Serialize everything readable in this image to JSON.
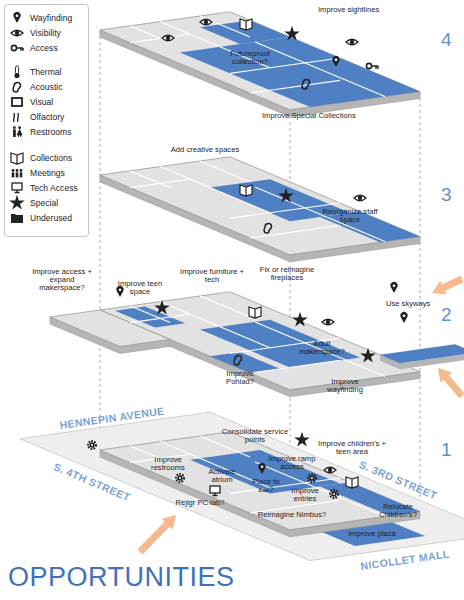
{
  "diagram": {
    "title": "OPPORTUNITIES",
    "labels": [
      "Improve sightlines",
      "Futureproof collection?",
      "Improve Special Collections",
      "4",
      "Add creative spaces",
      "Reorganize staff space",
      "3",
      "Improve access + expand makerspace?",
      "Improve teen space",
      "Improve furniture + tech",
      "Fix or reimagine fireplaces",
      "Use skyways",
      "Adult makerspace?",
      "Improve Pohlad?",
      "Improve wayfinding",
      "2",
      "HENNEPIN AVENUE",
      "S. 3RD STREET",
      "Consolidate service points",
      "Improve ramp access",
      "Improve children's + teen area",
      "Improve restrooms",
      "Activate atrium",
      "Rejigr PC lab?",
      "Place to eat?",
      "Improve entries",
      "Relocate Children's?",
      "Reimagine Nimbus?",
      "S. 4TH STREET",
      "Improve plaza",
      "NICOLLET MALL",
      "1"
    ],
    "legend": [
      {
        "text": "Wayfinding"
      },
      {
        "text": "Visibility"
      },
      {
        "text": "Access"
      },
      {
        "text": "Thermal"
      },
      {
        "text": "Acoustic"
      },
      {
        "text": "Visual"
      },
      {
        "text": "Olfactory"
      },
      {
        "text": "Restrooms"
      },
      {
        "text": "Collections"
      },
      {
        "text": "Meetings"
      },
      {
        "text": "Tech Access"
      },
      {
        "text": "Special"
      },
      {
        "text": "Underused"
      }
    ]
  }
}
